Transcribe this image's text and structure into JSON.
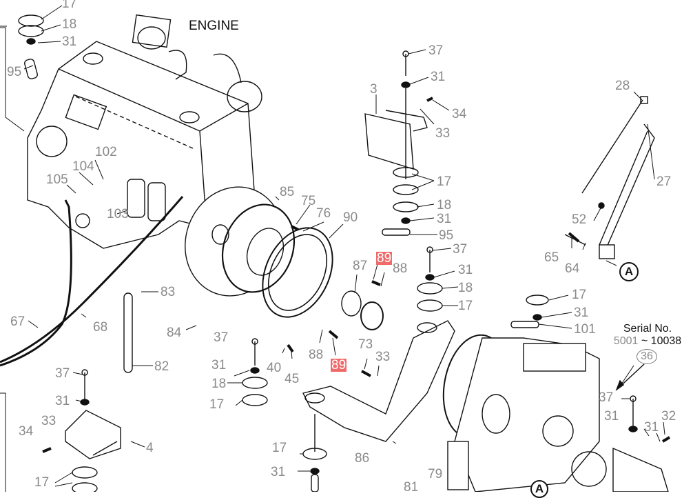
{
  "diagram": {
    "title": "ENGINE",
    "serial": {
      "label": "Serial No.",
      "range_start": "5001",
      "range_sep": "~",
      "range_end": "10038",
      "ref": "36"
    },
    "reference_marker": "A",
    "highlight_color": "#ef6a6a",
    "callouts": [
      {
        "id": "c1",
        "text": "17"
      },
      {
        "id": "c2",
        "text": "18"
      },
      {
        "id": "c3",
        "text": "31"
      },
      {
        "id": "c4",
        "text": "95"
      },
      {
        "id": "c5",
        "text": "37"
      },
      {
        "id": "c6",
        "text": "31"
      },
      {
        "id": "c7",
        "text": "3"
      },
      {
        "id": "c8",
        "text": "34"
      },
      {
        "id": "c9",
        "text": "33"
      },
      {
        "id": "c10",
        "text": "28"
      },
      {
        "id": "c11",
        "text": "27"
      },
      {
        "id": "c12",
        "text": "102"
      },
      {
        "id": "c13",
        "text": "104"
      },
      {
        "id": "c14",
        "text": "105"
      },
      {
        "id": "c15",
        "text": "103"
      },
      {
        "id": "c16",
        "text": "17"
      },
      {
        "id": "c17",
        "text": "18"
      },
      {
        "id": "c18",
        "text": "31"
      },
      {
        "id": "c19",
        "text": "95"
      },
      {
        "id": "c20",
        "text": "85"
      },
      {
        "id": "c21",
        "text": "75"
      },
      {
        "id": "c22",
        "text": "76"
      },
      {
        "id": "c23",
        "text": "90"
      },
      {
        "id": "c24",
        "text": "52"
      },
      {
        "id": "c25",
        "text": "65"
      },
      {
        "id": "c26",
        "text": "64"
      },
      {
        "id": "c27",
        "text": "89",
        "highlight": true
      },
      {
        "id": "c28",
        "text": "88"
      },
      {
        "id": "c29",
        "text": "87"
      },
      {
        "id": "c30",
        "text": "37"
      },
      {
        "id": "c31",
        "text": "31"
      },
      {
        "id": "c32",
        "text": "18"
      },
      {
        "id": "c33",
        "text": "17"
      },
      {
        "id": "c34",
        "text": "83"
      },
      {
        "id": "c35",
        "text": "17"
      },
      {
        "id": "c36",
        "text": "31"
      },
      {
        "id": "c37",
        "text": "101"
      },
      {
        "id": "c38",
        "text": "67"
      },
      {
        "id": "c39",
        "text": "68"
      },
      {
        "id": "c40",
        "text": "84"
      },
      {
        "id": "c41",
        "text": "37"
      },
      {
        "id": "c42",
        "text": "88"
      },
      {
        "id": "c43",
        "text": "73"
      },
      {
        "id": "c44",
        "text": "40"
      },
      {
        "id": "c45",
        "text": "45"
      },
      {
        "id": "c46",
        "text": "89",
        "highlight": true
      },
      {
        "id": "c47",
        "text": "33"
      },
      {
        "id": "c48",
        "text": "31"
      },
      {
        "id": "c49",
        "text": "82"
      },
      {
        "id": "c50",
        "text": "18"
      },
      {
        "id": "c51",
        "text": "37"
      },
      {
        "id": "c52",
        "text": "17"
      },
      {
        "id": "c53",
        "text": "31"
      },
      {
        "id": "c54",
        "text": "37"
      },
      {
        "id": "c55",
        "text": "31"
      },
      {
        "id": "c56",
        "text": "33"
      },
      {
        "id": "c57",
        "text": "34"
      },
      {
        "id": "c58",
        "text": "4"
      },
      {
        "id": "c59",
        "text": "31"
      },
      {
        "id": "c60",
        "text": "32"
      },
      {
        "id": "c61",
        "text": "17"
      },
      {
        "id": "c62",
        "text": "86"
      },
      {
        "id": "c63",
        "text": "31"
      },
      {
        "id": "c64",
        "text": "79"
      },
      {
        "id": "c65",
        "text": "81"
      },
      {
        "id": "c66",
        "text": "17"
      }
    ]
  }
}
